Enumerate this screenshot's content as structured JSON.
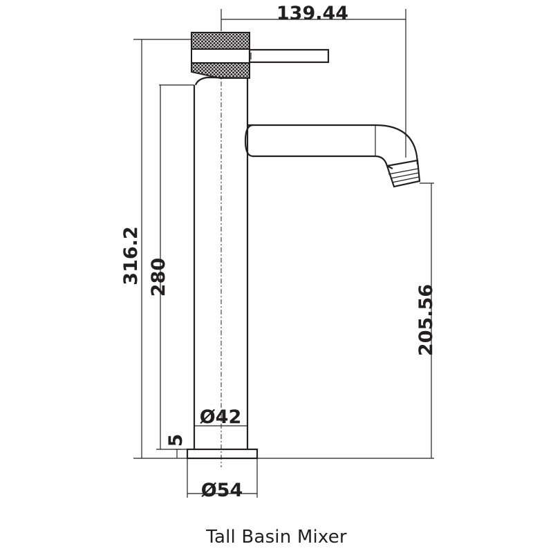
{
  "drawing": {
    "title": "Tall Basin Mixer",
    "dimensions": {
      "projection": "139.44",
      "total_height": "316.2",
      "body_height": "280",
      "spout_height": "205.56",
      "body_diameter": "Ø42",
      "base_thickness": "5",
      "base_diameter": "Ø54"
    }
  },
  "colors": {
    "line": "#231f20",
    "background": "#ffffff"
  }
}
